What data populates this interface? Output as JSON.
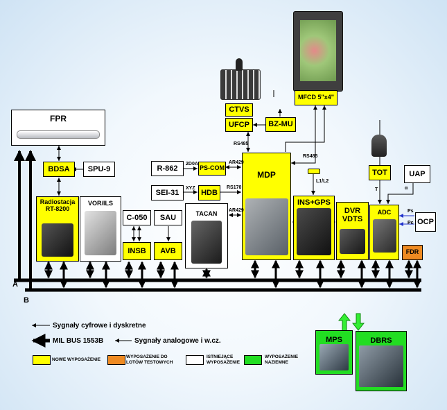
{
  "boxes": {
    "fpr": "FPR",
    "bdsa": "BDSA",
    "spu9": "SPU-9",
    "radiostacja": "Radiostacja\nRT-8200",
    "vor_ils": "VOR/ILS",
    "c050": "C-050",
    "sau": "SAU",
    "insb": "INSB",
    "avb": "AVB",
    "tacan": "TACAN",
    "r862": "R-862",
    "ps_com": "PS-COM",
    "sei31": "SEI-31",
    "hdb": "HDB",
    "mdp": "MDP",
    "ctvs": "CTVS",
    "ufcp": "UFCP",
    "bz_mu": "BZ-MU",
    "mfcd": "MFCD 5\"x4\"",
    "ins_gps": "INS+GPS",
    "dvr_vdts": "DVR\nVDTS",
    "tot": "TOT",
    "uap": "UAP",
    "adc": "ADC",
    "ocp": "OCP",
    "fdr": "FDR",
    "mps": "MPS",
    "dbrs": "DBRS"
  },
  "signal_labels": {
    "rs485_left": "RS485",
    "rs485_right": "RS485",
    "label_2d0a": "2D0A",
    "ar429_pscom": "AR429",
    "xyz": "XYZ",
    "rs170": "RS170",
    "ar429_tacan": "AR429",
    "l1l2": "L1/L2",
    "t": "T",
    "alpha": "α",
    "ps": "Ps",
    "pc": "Pc"
  },
  "buses": {
    "a": "A",
    "b": "B"
  },
  "legend": {
    "digital": "Sygnały cyfrowe i dyskretne",
    "milbus": "MIL BUS 1553B",
    "analog": "Sygnały analogowe i w.cz.",
    "new_equipment": "NOWE WYPOSAŻENIE",
    "test_equipment": "WYPOSAŻENIE DO LOTÓW TESTOWYCH",
    "existing_equipment": "ISTNIEJĄCE WYPOSAŻENIE",
    "ground_equipment": "WYPOSAŻENIE NAZIEMNE"
  },
  "colors": {
    "new": "#ffff00",
    "test": "#ee8a22",
    "existing": "#ffffff",
    "ground": "#22dd22"
  }
}
